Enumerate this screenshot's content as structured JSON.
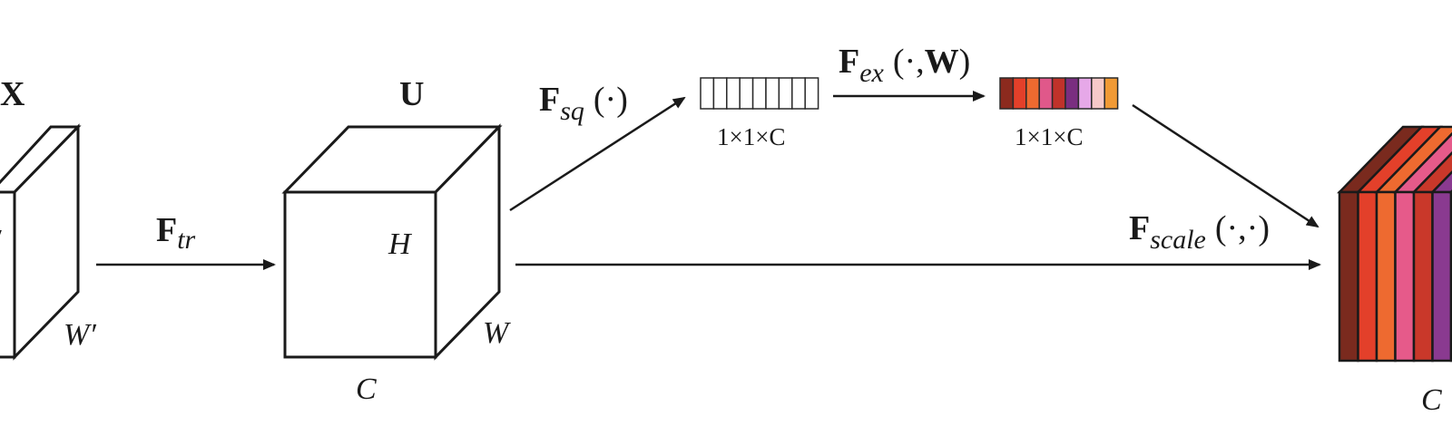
{
  "inputs": {
    "x_label": "X",
    "w_prime_label": "W′",
    "h_prime_label": "′"
  },
  "tr": {
    "op": "F",
    "sub": "tr"
  },
  "u_block": {
    "label": "U",
    "h_label": "H",
    "w_label": "W",
    "c_label": "C"
  },
  "squeeze": {
    "op": "F",
    "sub": "sq",
    "args": "(·)",
    "vector_dims": "1×1×C",
    "cells": 9
  },
  "excitation": {
    "op": "F",
    "sub": "ex",
    "args_open": "(·,",
    "args_w": "W",
    "args_close": ")",
    "vector_dims": "1×1×C",
    "colors": [
      "#8c2a1e",
      "#e3402a",
      "#ee6a30",
      "#e0588a",
      "#c0322a",
      "#7a2e80",
      "#e6a8e8",
      "#f6c9c9",
      "#f19a35"
    ]
  },
  "scale": {
    "op": "F",
    "sub": "scale",
    "args": "(·,·)",
    "c_label": "C",
    "colors": [
      "#7a2a1e",
      "#e3402a",
      "#ee6a30",
      "#e65a8a",
      "#c9382a",
      "#8a3a90",
      "#d852c8"
    ]
  }
}
